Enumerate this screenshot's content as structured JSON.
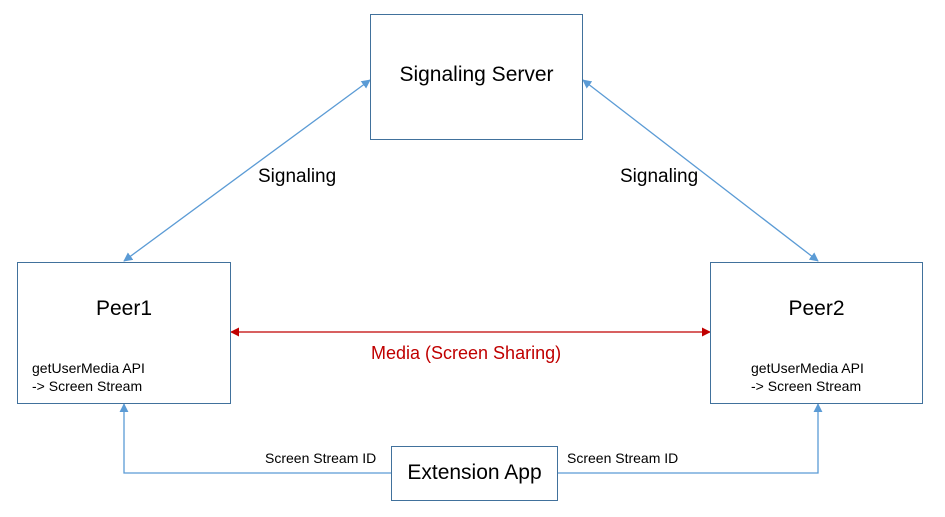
{
  "nodes": {
    "signaling_server": {
      "title": "Signaling Server"
    },
    "peer1": {
      "title": "Peer1",
      "api": "getUserMedia API",
      "stream": "-> Screen Stream"
    },
    "peer2": {
      "title": "Peer2",
      "api": "getUserMedia API",
      "stream": "-> Screen Stream"
    },
    "extension_app": {
      "title": "Extension App"
    }
  },
  "edges": {
    "signaling_left": "Signaling",
    "signaling_right": "Signaling",
    "media": "Media (Screen Sharing)",
    "stream_id_left": "Screen Stream ID",
    "stream_id_right": "Screen Stream ID"
  },
  "colors": {
    "box_border": "#41719c",
    "connector": "#5b9bd5",
    "media": "#c00000"
  }
}
